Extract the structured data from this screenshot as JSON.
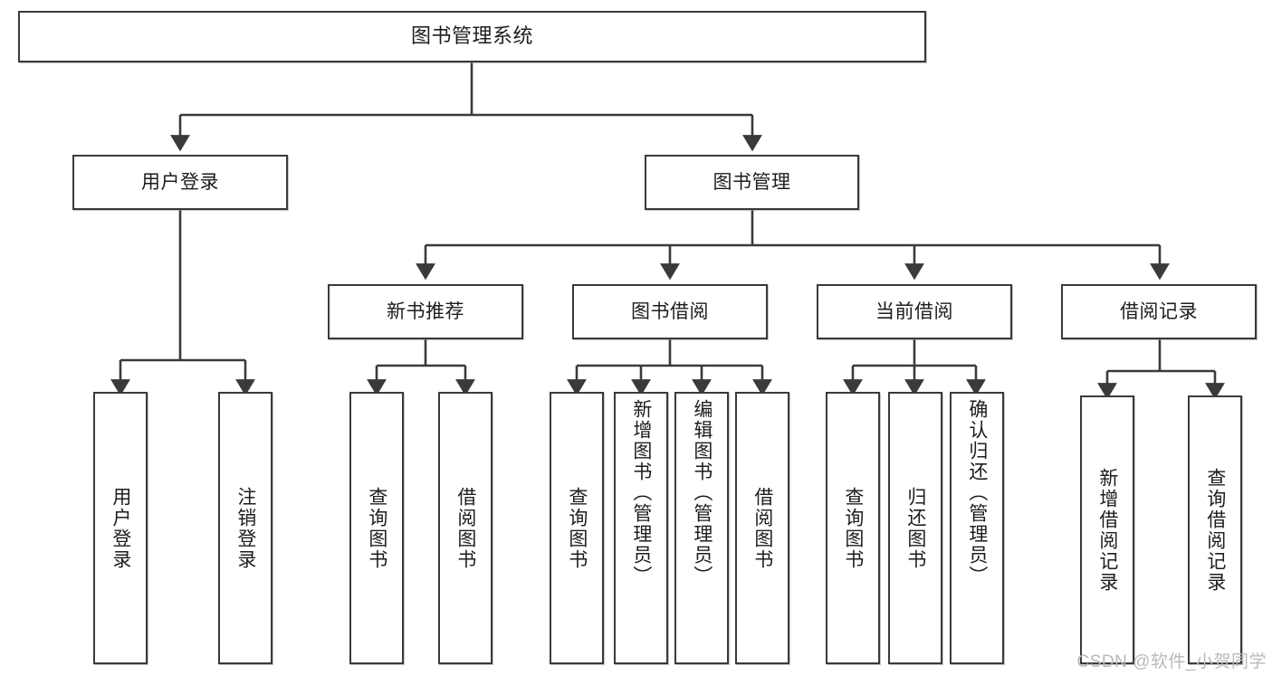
{
  "diagram": {
    "type": "hierarchy-tree",
    "title": "图书管理系统",
    "stroke_color": "#3a3a3a",
    "fill_color": "#ffffff",
    "text_color": "#1d1d1d",
    "watermark": "CSDN @软件_小贺同学",
    "levels": 4
  },
  "root": {
    "label": "图书管理系统"
  },
  "level2": [
    {
      "label": "用户登录"
    },
    {
      "label": "图书管理"
    }
  ],
  "level3": [
    {
      "label": "新书推荐"
    },
    {
      "label": "图书借阅"
    },
    {
      "label": "当前借阅"
    },
    {
      "label": "借阅记录"
    }
  ],
  "leaves": {
    "user_login": [
      {
        "label": "用户登录"
      },
      {
        "label": "注销登录"
      }
    ],
    "new_book_recommend": [
      {
        "label": "查询图书"
      },
      {
        "label": "借阅图书"
      }
    ],
    "book_borrow": [
      {
        "label": "查询图书"
      },
      {
        "label": "新增图书（管理员）"
      },
      {
        "label": "编辑图书（管理员）"
      },
      {
        "label": "借阅图书"
      }
    ],
    "current_borrow": [
      {
        "label": "查询图书"
      },
      {
        "label": "归还图书"
      },
      {
        "label": "确认归还（管理员）"
      }
    ],
    "borrow_record": [
      {
        "label": "新增借阅记录"
      },
      {
        "label": "查询借阅记录"
      }
    ]
  }
}
